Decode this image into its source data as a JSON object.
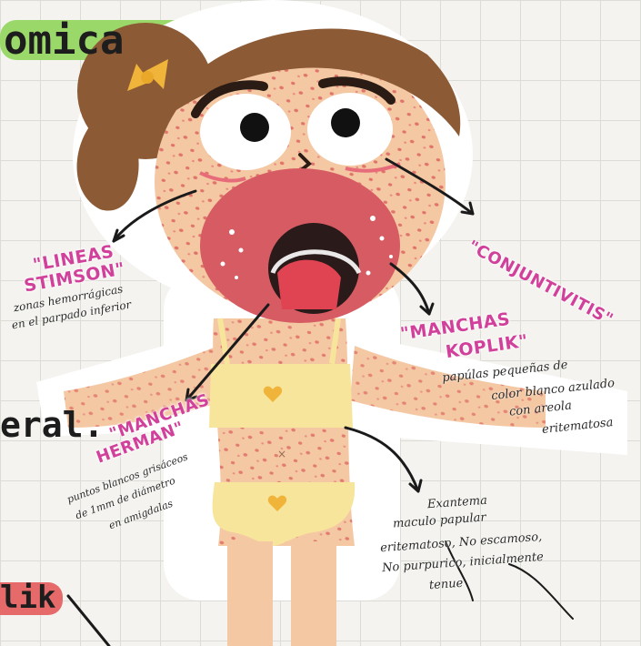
{
  "header": {
    "title_fragment": "omica",
    "left_word": "eral.",
    "left_bottom_word": "lik"
  },
  "labels": {
    "lineas_line1": "\"LINEAS",
    "lineas_line2": "STIMSON\"",
    "lineas_desc_line1": "zonas hemorrágicas",
    "lineas_desc_line2": "en el parpado inferior",
    "conjuntivitis": "\"CONJUNTIVITIS\"",
    "koplik_line1": "\"MANCHAS",
    "koplik_line2": "KOPLIK\"",
    "koplik_desc_line1": "papúlas pequeñas de",
    "koplik_desc_line2": "color blanco azulado",
    "koplik_desc_line3": "con areola",
    "koplik_desc_line4": "eritematosa",
    "herman_line1": "\"MANCHAS",
    "herman_line2": "HERMAN\"",
    "herman_desc_line1": "puntos blancos grisáceos",
    "herman_desc_line2": "de 1mm de diámetro",
    "herman_desc_line3": "en amigdalas",
    "exantema_line1": "Exantema",
    "exantema_line2": "maculo papular",
    "exantema_line3": "eritematoso, No escamoso,",
    "exantema_line4": "No purpurico, inicialmente",
    "exantema_line5": "tenue"
  },
  "colors": {
    "skin": "#f4c8a3",
    "spots": "#e0746a",
    "hair": "#8c5a35",
    "mouth": "#d65b63",
    "underwear": "#f7e59b",
    "label_pink": "#d1409a",
    "highlight_green": "#9bd86a"
  },
  "icons": [
    "bow-icon",
    "heart-icon",
    "heart-icon",
    "navel-icon"
  ]
}
